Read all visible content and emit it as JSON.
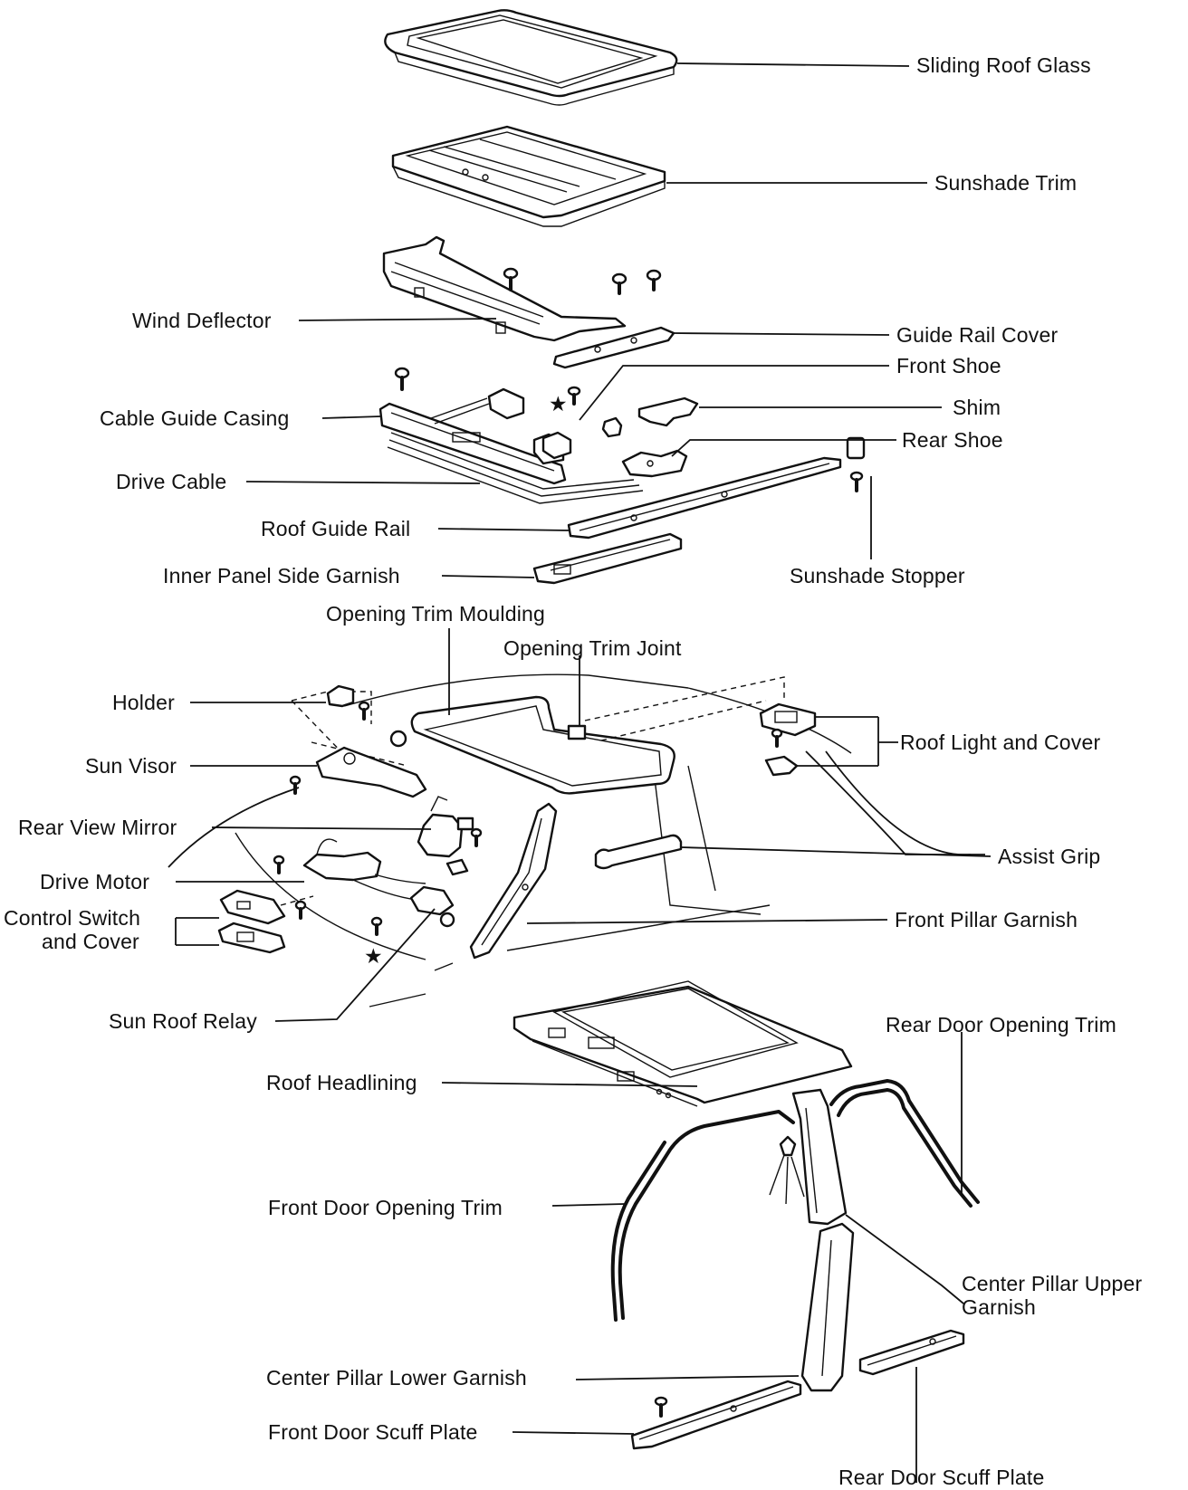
{
  "labels": {
    "sliding_roof_glass": "Sliding Roof Glass",
    "sunshade_trim": "Sunshade Trim",
    "wind_deflector": "Wind Deflector",
    "guide_rail_cover": "Guide Rail Cover",
    "front_shoe": "Front Shoe",
    "shim": "Shim",
    "cable_guide_casing": "Cable Guide Casing",
    "rear_shoe": "Rear Shoe",
    "drive_cable": "Drive Cable",
    "roof_guide_rail": "Roof Guide Rail",
    "inner_panel_side_garnish": "Inner Panel Side Garnish",
    "sunshade_stopper": "Sunshade Stopper",
    "opening_trim_moulding": "Opening Trim Moulding",
    "opening_trim_joint": "Opening Trim Joint",
    "holder": "Holder",
    "roof_light_and_cover": "Roof Light and Cover",
    "sun_visor": "Sun Visor",
    "rear_view_mirror": "Rear View Mirror",
    "assist_grip": "Assist Grip",
    "drive_motor": "Drive Motor",
    "control_switch_line1": "Control Switch",
    "control_switch_line2": "and Cover",
    "front_pillar_garnish": "Front Pillar Garnish",
    "sun_roof_relay": "Sun Roof Relay",
    "rear_door_opening_trim": "Rear Door Opening Trim",
    "roof_headlining": "Roof Headlining",
    "front_door_opening_trim": "Front Door Opening Trim",
    "center_pillar_upper_line1": "Center Pillar Upper",
    "center_pillar_upper_line2": "Garnish",
    "center_pillar_lower_garnish": "Center Pillar Lower Garnish",
    "front_door_scuff_plate": "Front Door Scuff Plate",
    "rear_door_scuff_plate": "Rear Door Scuff Plate"
  },
  "symbols": {
    "star": "★"
  }
}
